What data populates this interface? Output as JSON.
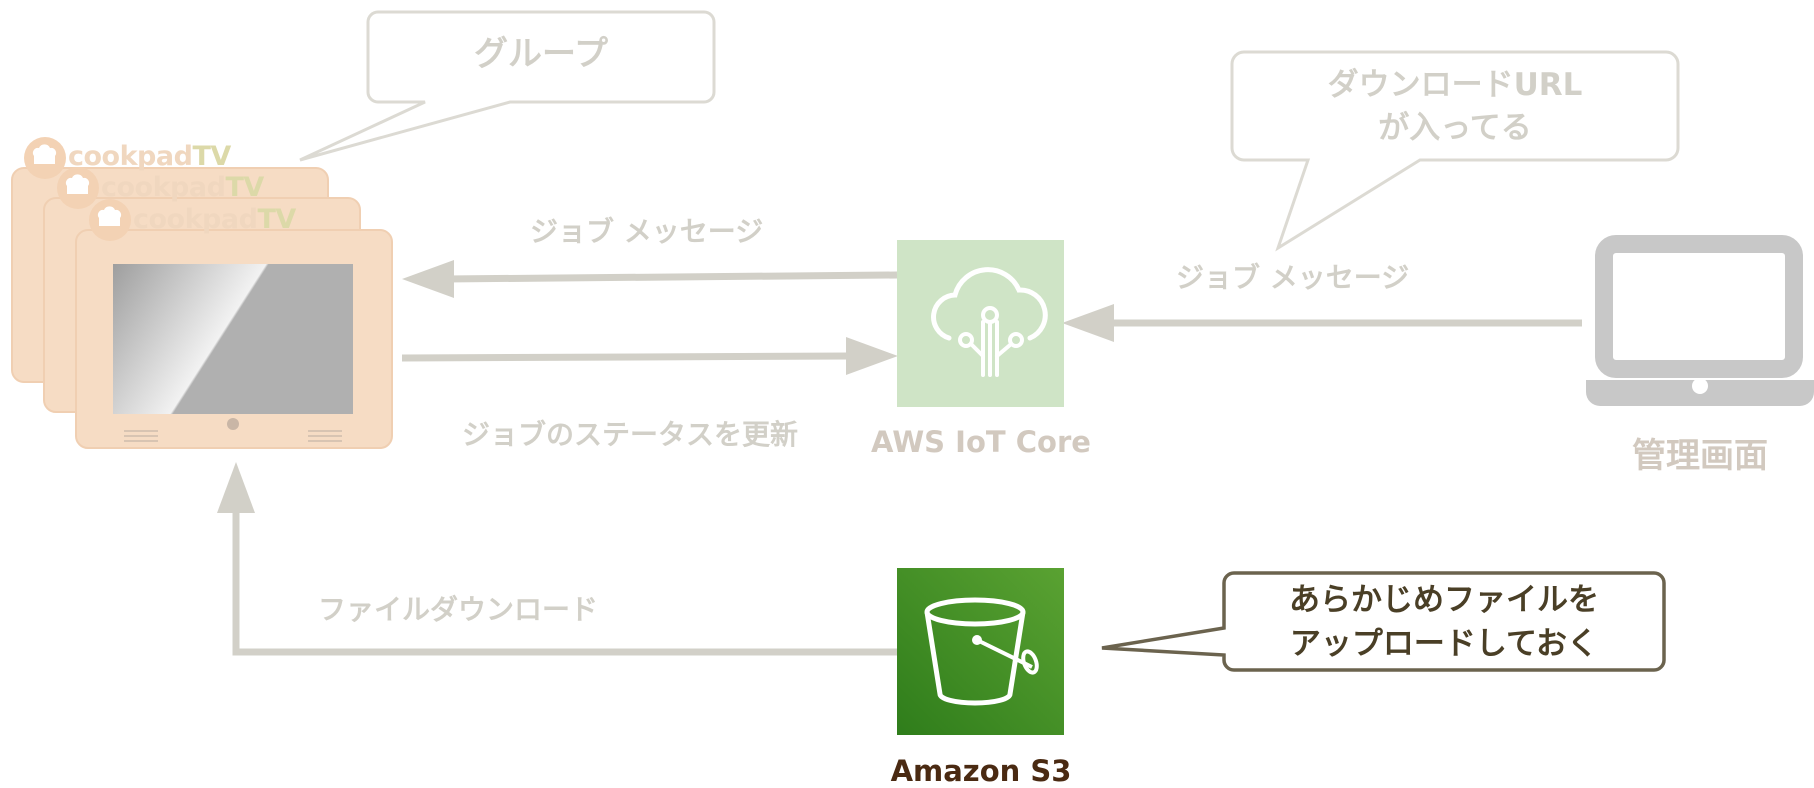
{
  "group_bubble": {
    "text": "グループ"
  },
  "url_bubble": {
    "line1": "ダウンロードURL",
    "line2": "が入ってる"
  },
  "upload_bubble": {
    "line1": "あらかじめファイルを",
    "line2": "アップロードしておく"
  },
  "device": {
    "brand": "cookpad",
    "brand_suffix": "TV",
    "count": 3
  },
  "arrows": {
    "job_message_to_device": "ジョブ メッセージ",
    "job_status_update": "ジョブのステータスを更新",
    "job_message_from_admin": "ジョブ メッセージ",
    "file_download": "ファイルダウンロード"
  },
  "services": {
    "iot_core": {
      "label": "AWS IoT Core",
      "icon": "iot-core-icon"
    },
    "s3": {
      "label": "Amazon S3",
      "icon": "s3-bucket-icon"
    },
    "admin": {
      "label": "管理画面",
      "icon": "laptop-icon"
    }
  },
  "colors": {
    "faded": "#d2d0c8",
    "device": "#f6dcc4",
    "iot_core": "#cfe4c6",
    "s3_top": "#5aa232",
    "s3_bottom": "#2f7d1b",
    "laptop": "#c8c8c8",
    "active_bubble_border": "#6b634e",
    "active_text": "#4a3f26"
  }
}
